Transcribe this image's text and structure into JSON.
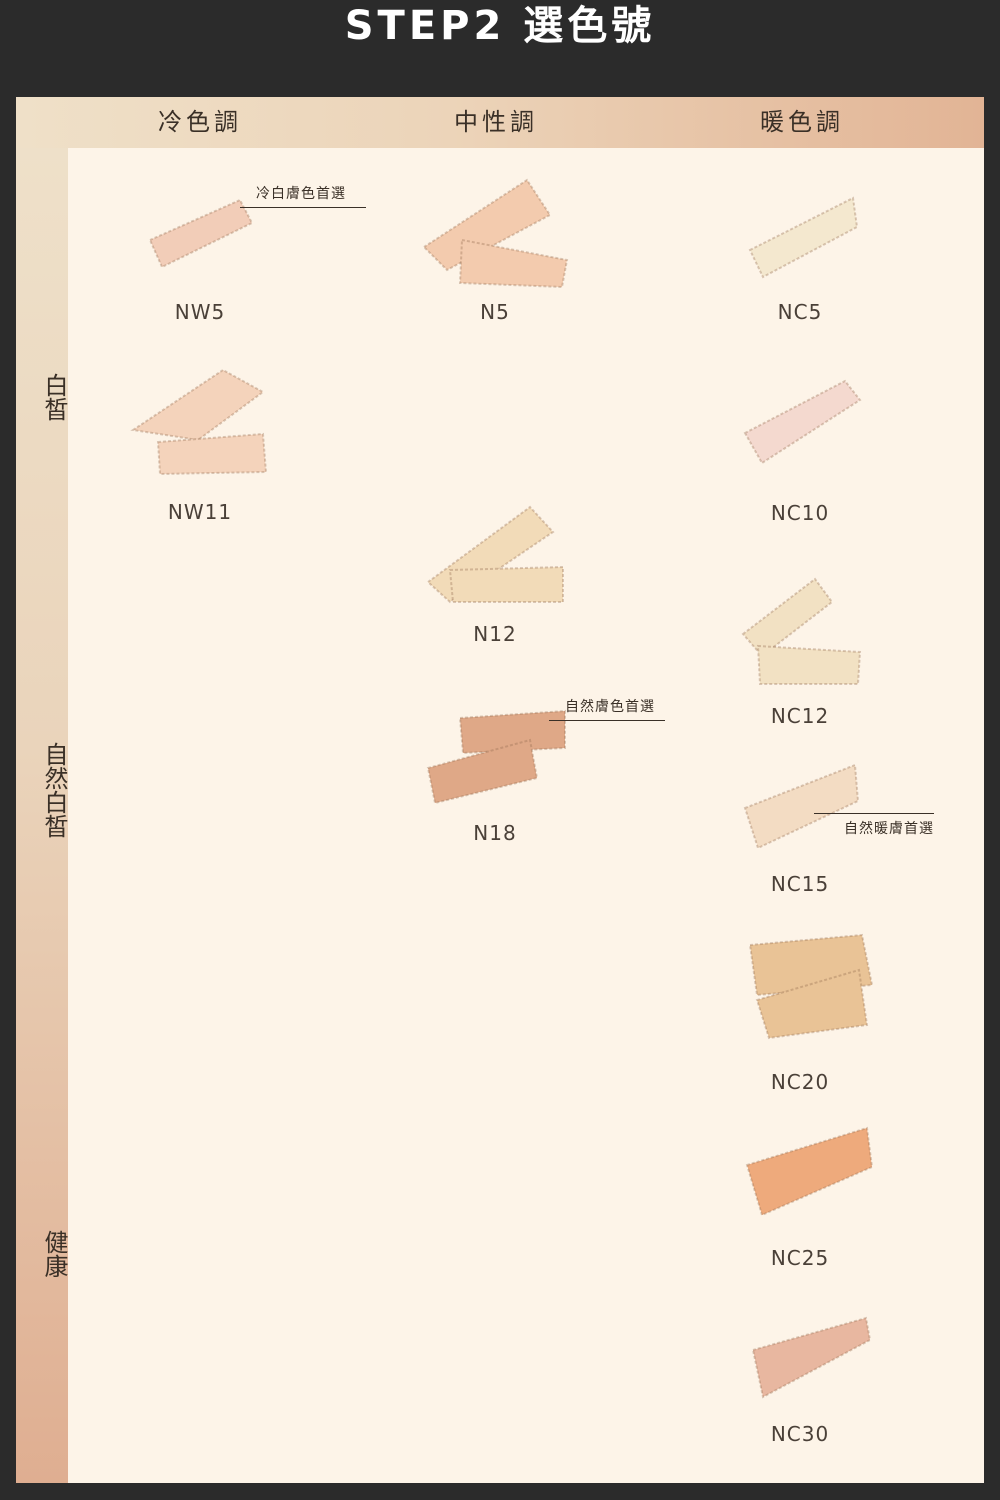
{
  "title": "STEP2 選色號",
  "columns": {
    "cool": "冷色調",
    "neutral": "中性調",
    "warm": "暖色調"
  },
  "rows": {
    "fair": "白皙",
    "natural_fair": "自然白皙",
    "healthy": "健康"
  },
  "notes": {
    "cool_fair_pick": "冷白膚色首選",
    "natural_pick": "自然膚色首選",
    "natural_warm_pick": "自然暖膚首選"
  },
  "shades": {
    "nw5": {
      "code": "NW5",
      "color": "#f2cdb8"
    },
    "nw11": {
      "code": "NW11",
      "color": "#f4d3bb"
    },
    "n5": {
      "code": "N5",
      "color": "#f3cbae"
    },
    "n12": {
      "code": "N12",
      "color": "#f2dbb8"
    },
    "n18": {
      "code": "N18",
      "color": "#dfa887"
    },
    "nc5": {
      "code": "NC5",
      "color": "#f4e8cf"
    },
    "nc10": {
      "code": "NC10",
      "color": "#f4d9cf"
    },
    "nc12": {
      "code": "NC12",
      "color": "#f2e1c3"
    },
    "nc15": {
      "code": "NC15",
      "color": "#f3dcc3"
    },
    "nc20": {
      "code": "NC20",
      "color": "#e9c396"
    },
    "nc25": {
      "code": "NC25",
      "color": "#eeaa7c"
    },
    "nc30": {
      "code": "NC30",
      "color": "#e8b7a0"
    }
  }
}
